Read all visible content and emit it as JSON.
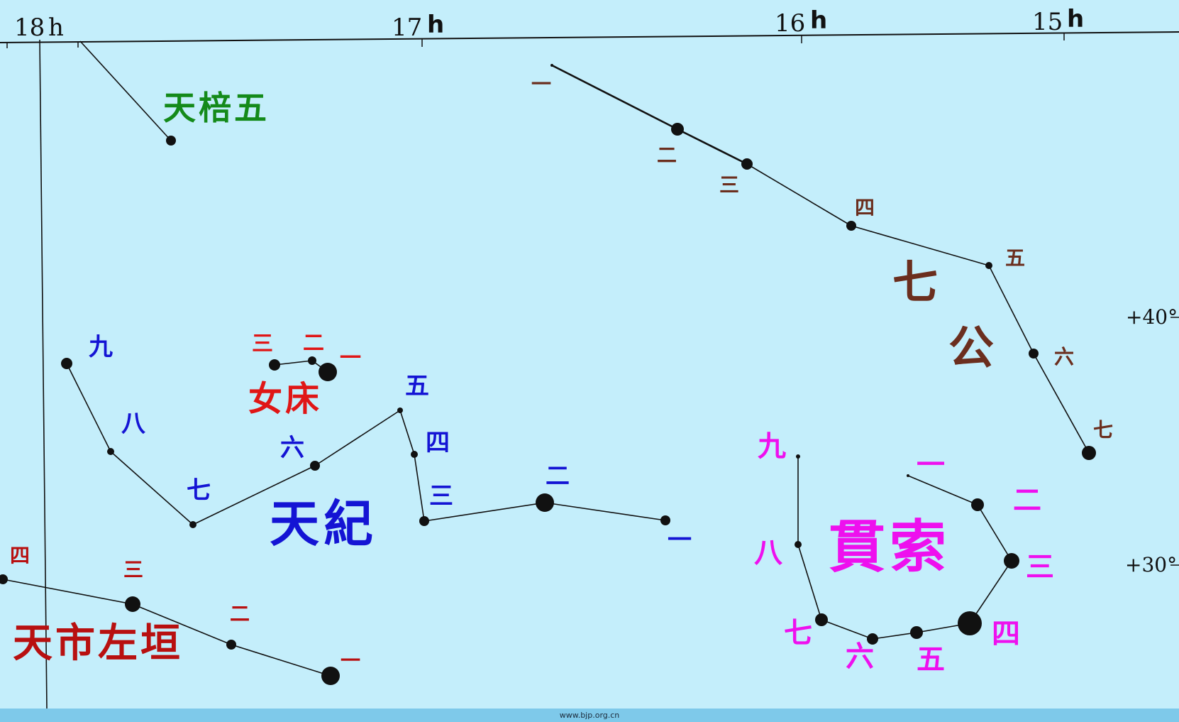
{
  "map": {
    "ra_labels": [
      {
        "num": "18",
        "unit": "h"
      },
      {
        "num": "17",
        "unit": "h"
      },
      {
        "num": "16",
        "unit": "h"
      },
      {
        "num": "15",
        "unit": "h"
      }
    ],
    "dec_labels": [
      "+40°",
      "+30°"
    ],
    "colors": {
      "tianbei": "#148a1a",
      "qigong": "#6b2e1e",
      "tianji": "#1414d4",
      "nvchuang": "#e01616",
      "tianshi": "#b81010",
      "guansuo": "#ee10ee",
      "lines": "#111111",
      "stars": "#111111"
    },
    "constellations": [
      {
        "id": "tianbei",
        "name": "天棓五",
        "star_labels": []
      },
      {
        "id": "qigong",
        "name": "七公",
        "star_labels": [
          "一",
          "二",
          "三",
          "四",
          "五",
          "六",
          "七"
        ]
      },
      {
        "id": "nvchuang",
        "name": "女床",
        "star_labels": [
          "一",
          "二",
          "三"
        ]
      },
      {
        "id": "tianji",
        "name": "天紀",
        "star_labels": [
          "一",
          "二",
          "三",
          "四",
          "五",
          "六",
          "七",
          "八",
          "九"
        ]
      },
      {
        "id": "tianshi",
        "name": "天市左垣",
        "star_labels": [
          "一",
          "二",
          "三",
          "四"
        ]
      },
      {
        "id": "guansuo",
        "name": "貫索",
        "star_labels": [
          "一",
          "二",
          "三",
          "四",
          "五",
          "六",
          "七",
          "八",
          "九"
        ]
      }
    ]
  },
  "footer": {
    "text": "www.bjp.org.cn"
  }
}
